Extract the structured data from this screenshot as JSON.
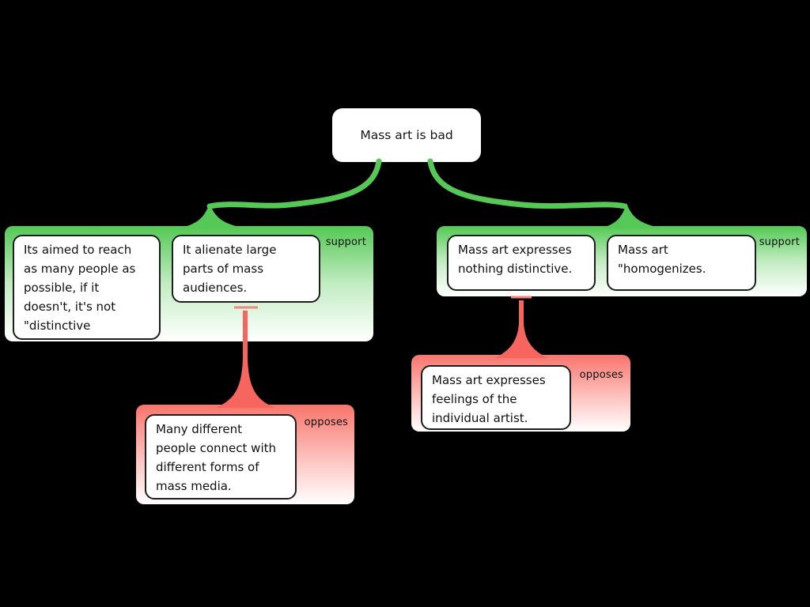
{
  "map": {
    "root": {
      "text": "Mass art is bad"
    },
    "groups": [
      {
        "label": "support",
        "relation": "supports root claim",
        "statements": [
          "Its aimed to reach\nas many people as\npossible, if it\ndoesn't, it's not\n\"distinctive",
          "It alienate large\nparts of mass\naudiences."
        ]
      },
      {
        "label": "support",
        "relation": "supports root claim",
        "statements": [
          "Mass art expresses\nnothing distinctive.",
          "Mass art\n\"homogenizes."
        ]
      },
      {
        "label": "opposes",
        "relation": "opposes 'It alienate large parts of mass audiences.'",
        "statements": [
          "Many different\npeople connect with\ndifferent forms of\nmass media."
        ]
      },
      {
        "label": "opposes",
        "relation": "opposes 'Mass art expresses nothing distinctive.'",
        "statements": [
          "Mass art expresses\nfeelings of the\nindividual artist."
        ]
      }
    ],
    "colors": {
      "support": "#55c855",
      "oppose": "#f6665e",
      "oppose_arrowhead": "#f5867f",
      "background": "#000000",
      "node_background": "#ffffff",
      "text": "#111111"
    }
  }
}
